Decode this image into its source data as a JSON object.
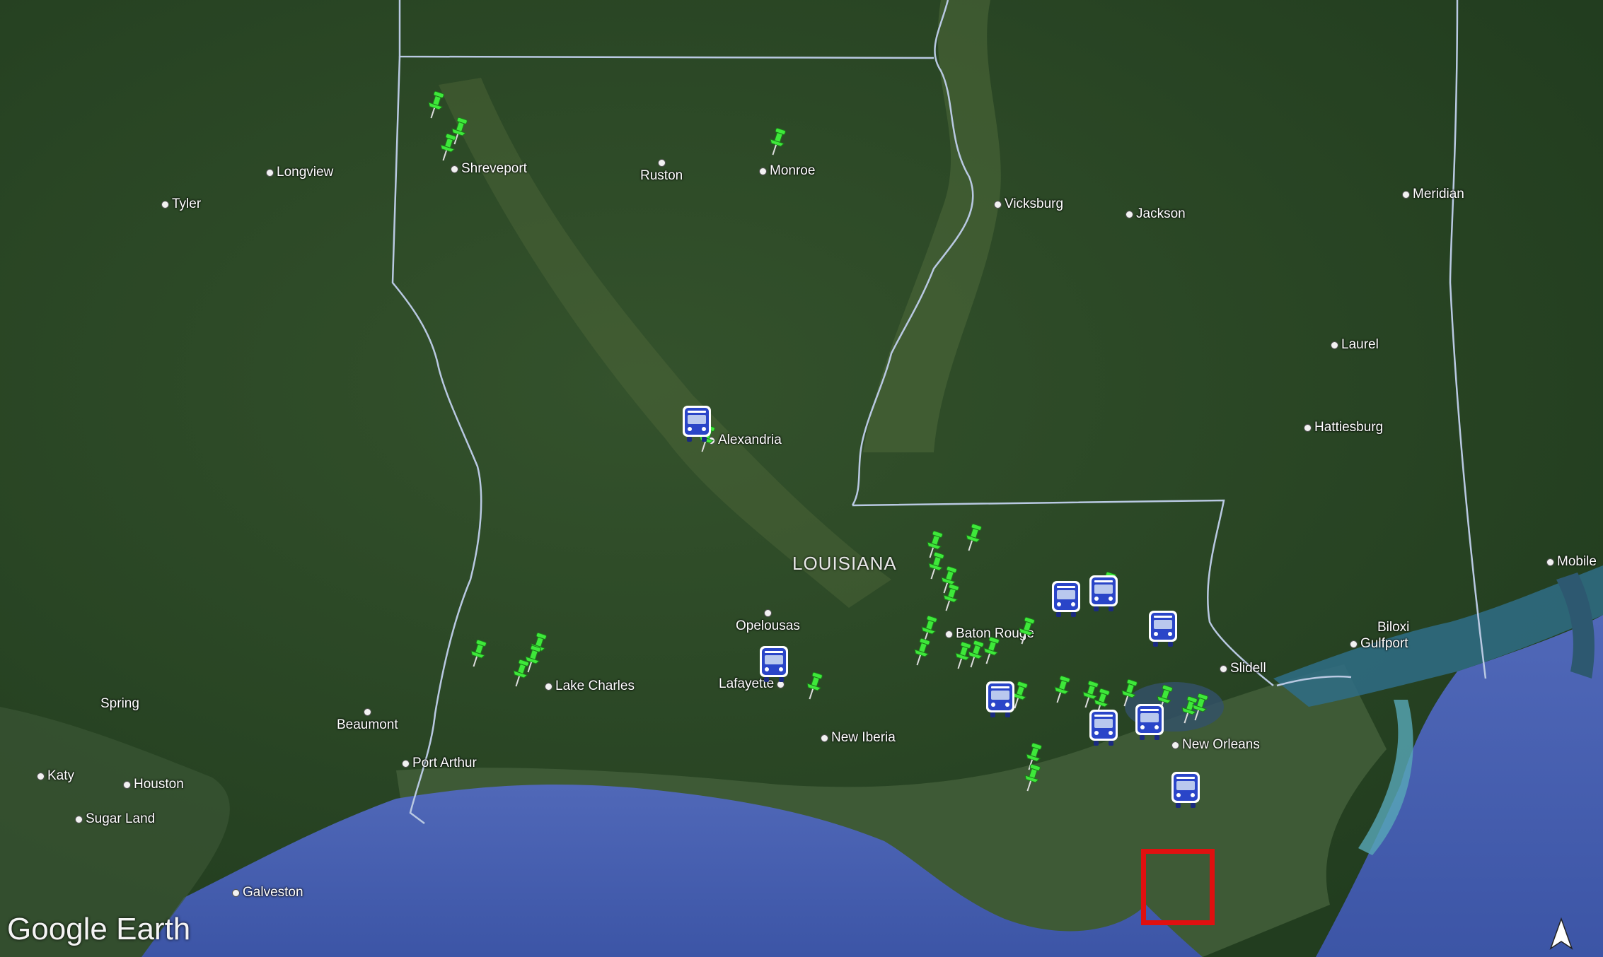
{
  "app": {
    "logo_text": "Google Earth"
  },
  "state_label": "LOUISIANA",
  "cities": [
    {
      "name": "Shreveport"
    },
    {
      "name": "Longview"
    },
    {
      "name": "Tyler"
    },
    {
      "name": "Ruston"
    },
    {
      "name": "Monroe"
    },
    {
      "name": "Vicksburg"
    },
    {
      "name": "Jackson"
    },
    {
      "name": "Meridian"
    },
    {
      "name": "Laurel"
    },
    {
      "name": "Hattiesburg"
    },
    {
      "name": "Alexandria"
    },
    {
      "name": "Opelousas"
    },
    {
      "name": "Baton Rouge"
    },
    {
      "name": "Lake Charles"
    },
    {
      "name": "Lafayette"
    },
    {
      "name": "New Iberia"
    },
    {
      "name": "Beaumont"
    },
    {
      "name": "Port Arthur"
    },
    {
      "name": "Spring"
    },
    {
      "name": "Katy"
    },
    {
      "name": "Houston"
    },
    {
      "name": "Sugar Land"
    },
    {
      "name": "Galveston"
    },
    {
      "name": "Slidell"
    },
    {
      "name": "New Orleans"
    },
    {
      "name": "Biloxi"
    },
    {
      "name": "Gulfport"
    },
    {
      "name": "Mobile"
    }
  ],
  "markers": {
    "pin_color": "#3ee83a",
    "bus_color": "#2a45c8",
    "highlight_color": "#e01010",
    "pin_icon": "green-pushpin-icon",
    "bus_icon": "bus-icon"
  },
  "compass_icon": "north-arrow-icon",
  "colors": {
    "land": "#2c4a26",
    "water": "#4a62b0",
    "border": "#b8c8e0"
  }
}
